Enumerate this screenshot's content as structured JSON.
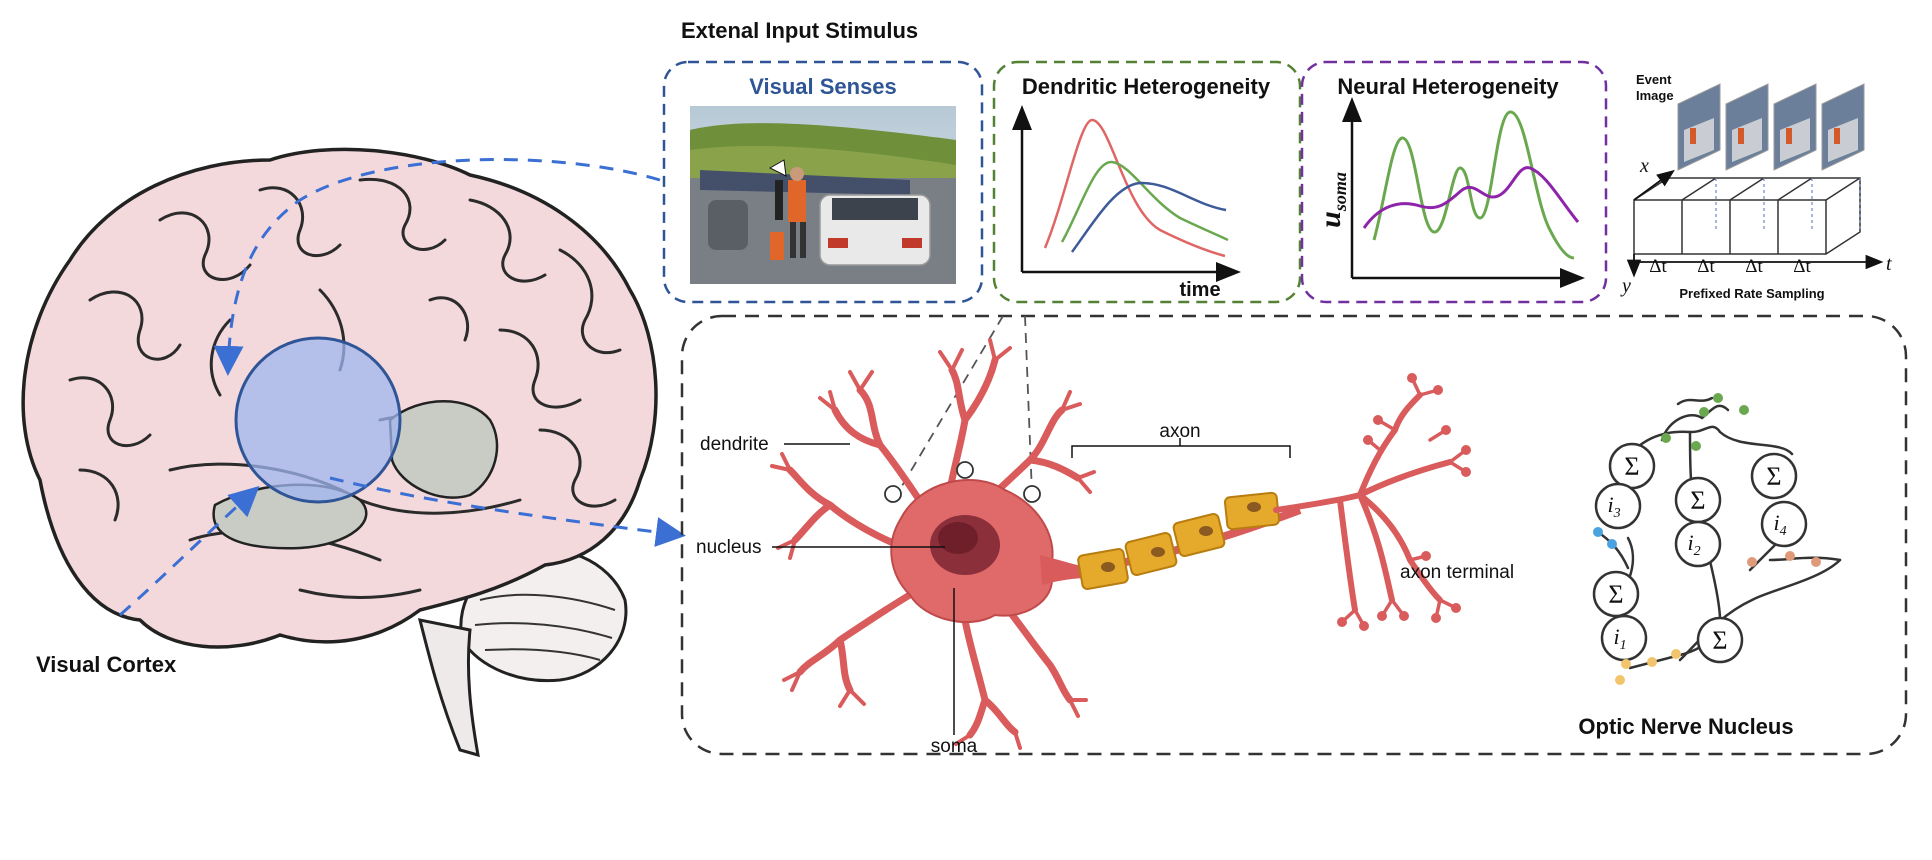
{
  "title": "Extenal Input Stimulus",
  "brain": {
    "label": "Visual Cortex"
  },
  "panels": {
    "visual": {
      "title": "Visual Senses"
    },
    "dendritic": {
      "title": "Dendritic Heterogeneity",
      "xlabel": "time"
    },
    "neural": {
      "title": "Neural Heterogeneity",
      "ylabel_main": "u",
      "ylabel_sub": "soma"
    },
    "event": {
      "label_line1": "Event",
      "label_line2": "Image",
      "x_axis": "x",
      "y_axis": "y",
      "t_axis": "t",
      "dt": [
        "Δt",
        "Δt",
        "Δt",
        "Δt"
      ],
      "caption": "Prefixed Rate Sampling"
    }
  },
  "neuron": {
    "dendrite": "dendrite",
    "nucleus": "nucleus",
    "soma": "soma",
    "axon": "axon",
    "axon_terminal": "axon terminal"
  },
  "network": {
    "title": "Optic Nerve Nucleus",
    "sum_symbol": "Σ",
    "inputs": [
      {
        "main": "i",
        "sub": "1"
      },
      {
        "main": "i",
        "sub": "2"
      },
      {
        "main": "i",
        "sub": "3"
      },
      {
        "main": "i",
        "sub": "4"
      }
    ]
  },
  "colors": {
    "visual_blue": "#2f5597",
    "dendritic_green": "#548235",
    "neural_purple": "#7030a0",
    "curve_red": "#e06666",
    "curve_green": "#6aa84f",
    "curve_navy": "#3d5a99",
    "curve_purple": "#8e24aa",
    "neuron_red": "#d95b5b",
    "myelin": "#e5a92b",
    "arrow_blue": "#3b6fd4",
    "visual_area": "#9fb6ef"
  }
}
